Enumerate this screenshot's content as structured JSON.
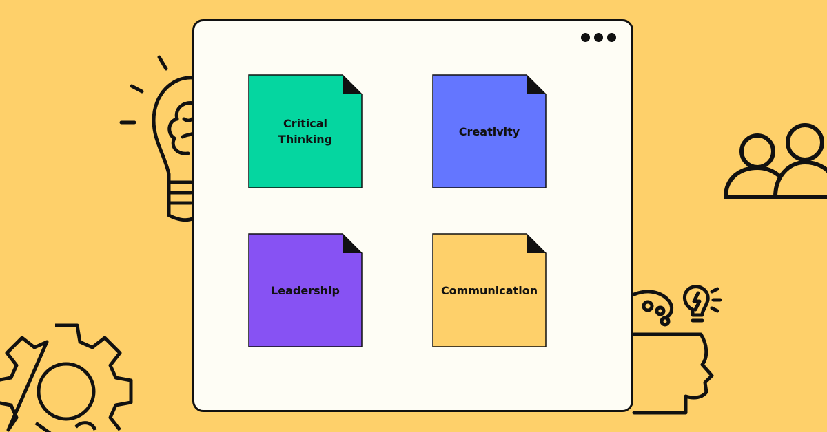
{
  "window": {
    "menu_icon": "three-dots-icon"
  },
  "notes": [
    {
      "label": "Critical\nThinking",
      "color": "#05D6A0"
    },
    {
      "label": "Creativity",
      "color": "#6476FF"
    },
    {
      "label": "Leadership",
      "color": "#8752F3"
    },
    {
      "label": "Communication",
      "color": "#FED06A"
    }
  ],
  "decorations": [
    "lightbulb-brain-icon",
    "people-icon",
    "gear-wrench-icon",
    "head-ideas-icon"
  ]
}
